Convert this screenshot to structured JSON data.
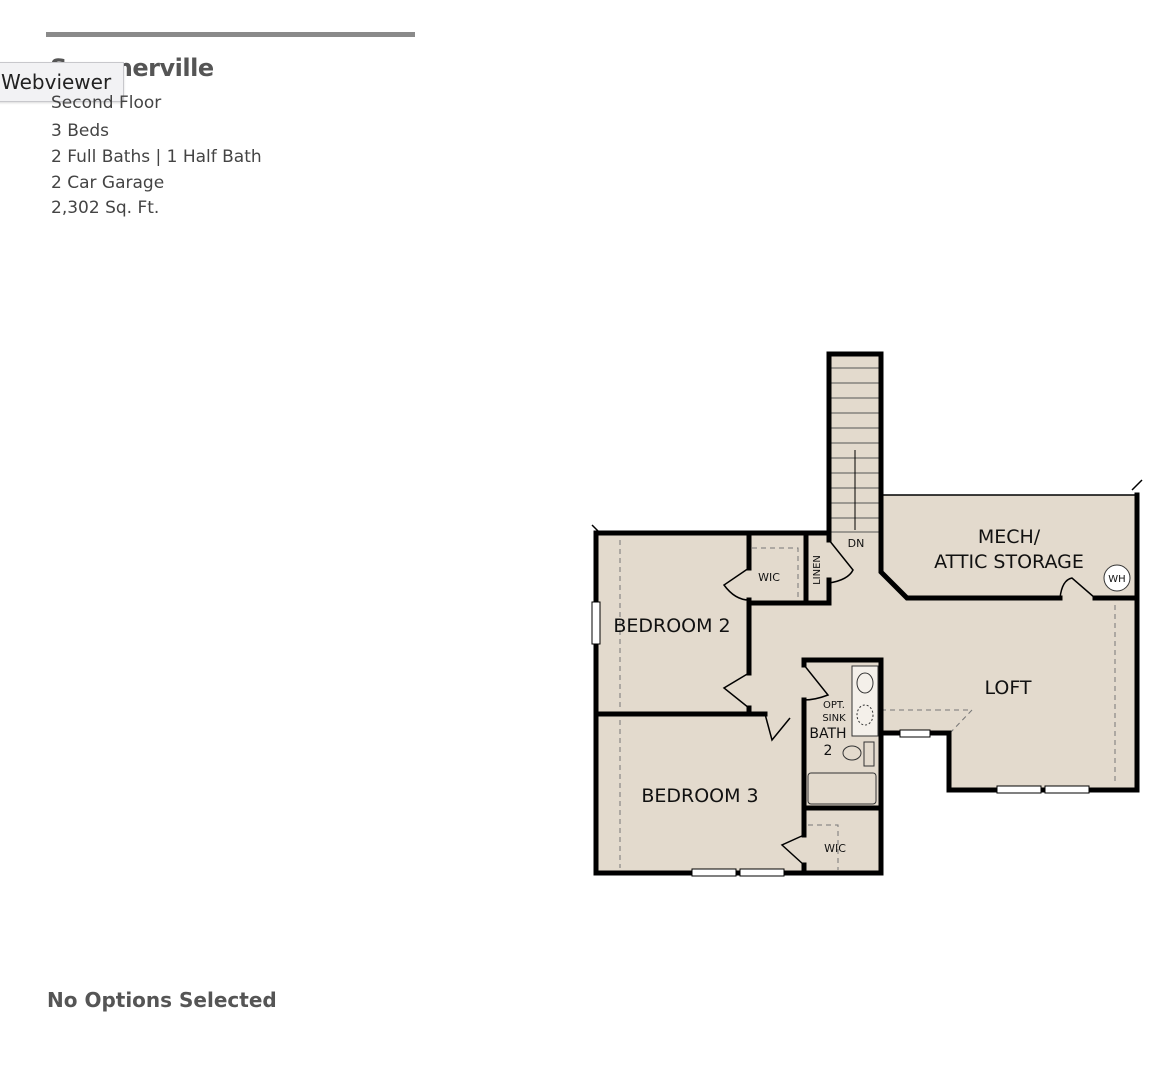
{
  "plan": {
    "name": "Summerville",
    "floor": "Second Floor",
    "beds": "3 Beds",
    "baths": "2 Full Baths | 1 Half Bath",
    "garage": "2 Car Garage",
    "sqft": "2,302 Sq. Ft."
  },
  "tooltip": "Webviewer",
  "options_status": "No Options Selected",
  "floorplan": {
    "fill_color": "#e3dacd",
    "wall_color": "#000000",
    "rooms": {
      "bedroom2": "BEDROOM 2",
      "bedroom3": "BEDROOM 3",
      "wic1": "WIC",
      "wic2": "WIC",
      "linen": "LINEN",
      "stairs": "DN",
      "mech1": "MECH/",
      "mech2": "ATTIC STORAGE",
      "wh": "WH",
      "loft": "LOFT",
      "opt1": "OPT.",
      "opt2": "SINK",
      "bath1": "BATH",
      "bath2": "2"
    }
  }
}
